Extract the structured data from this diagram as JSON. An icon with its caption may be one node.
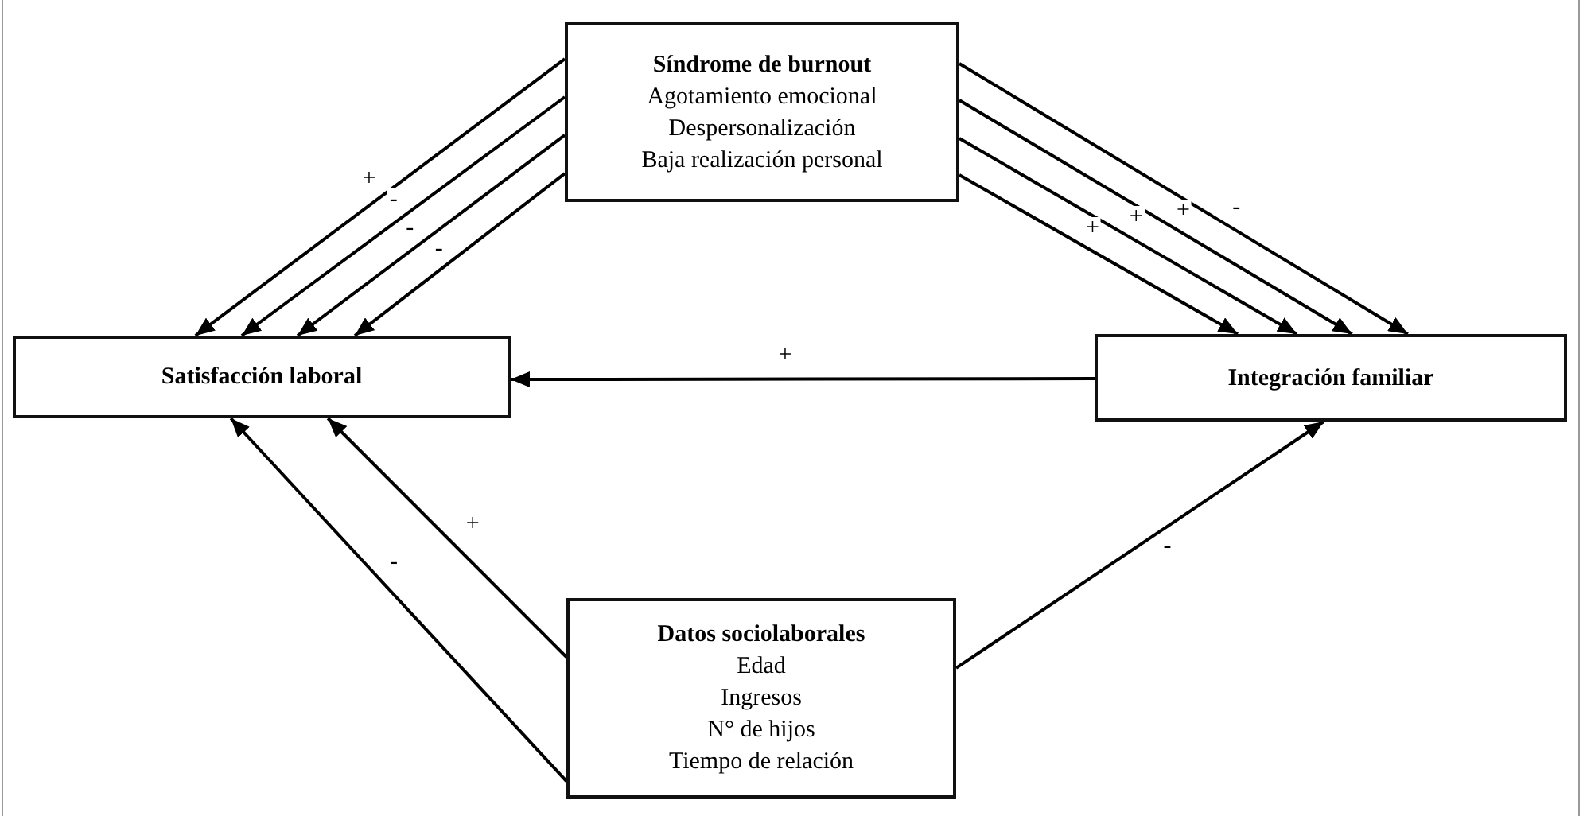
{
  "diagram": {
    "nodes": [
      {
        "text": [
          "Síndrome de burnout",
          "Agotamiento emocional",
          "Despersonalización",
          "Baja realización personal"
        ]
      },
      {
        "text": [
          "Satisfacción laboral"
        ]
      },
      {
        "text": [
          "Integración familiar"
        ]
      },
      {
        "text": [
          "Datos sociolaborales",
          "Edad",
          "Ingresos",
          "N° de hijos",
          "Tiempo de relación"
        ]
      }
    ],
    "edges": [
      {
        "from": 0,
        "to": 1,
        "arrow": "to",
        "label": "+"
      },
      {
        "from": 0,
        "to": 1,
        "arrow": "to",
        "label": "-"
      },
      {
        "from": 0,
        "to": 1,
        "arrow": "to",
        "label": "-"
      },
      {
        "from": 0,
        "to": 1,
        "arrow": "to",
        "label": "-"
      },
      {
        "from": 0,
        "to": 2,
        "arrow": "to",
        "label": "-"
      },
      {
        "from": 0,
        "to": 2,
        "arrow": "to",
        "label": "+"
      },
      {
        "from": 0,
        "to": 2,
        "arrow": "to",
        "label": "+"
      },
      {
        "from": 0,
        "to": 2,
        "arrow": "to",
        "label": "+"
      },
      {
        "from": 2,
        "to": 1,
        "arrow": "to",
        "label": "+"
      },
      {
        "from": 3,
        "to": 1,
        "arrow": "to",
        "label": "+"
      },
      {
        "from": 3,
        "to": 1,
        "arrow": "to",
        "label": "-"
      },
      {
        "from": 3,
        "to": 2,
        "arrow": "to",
        "label": "-"
      }
    ]
  }
}
